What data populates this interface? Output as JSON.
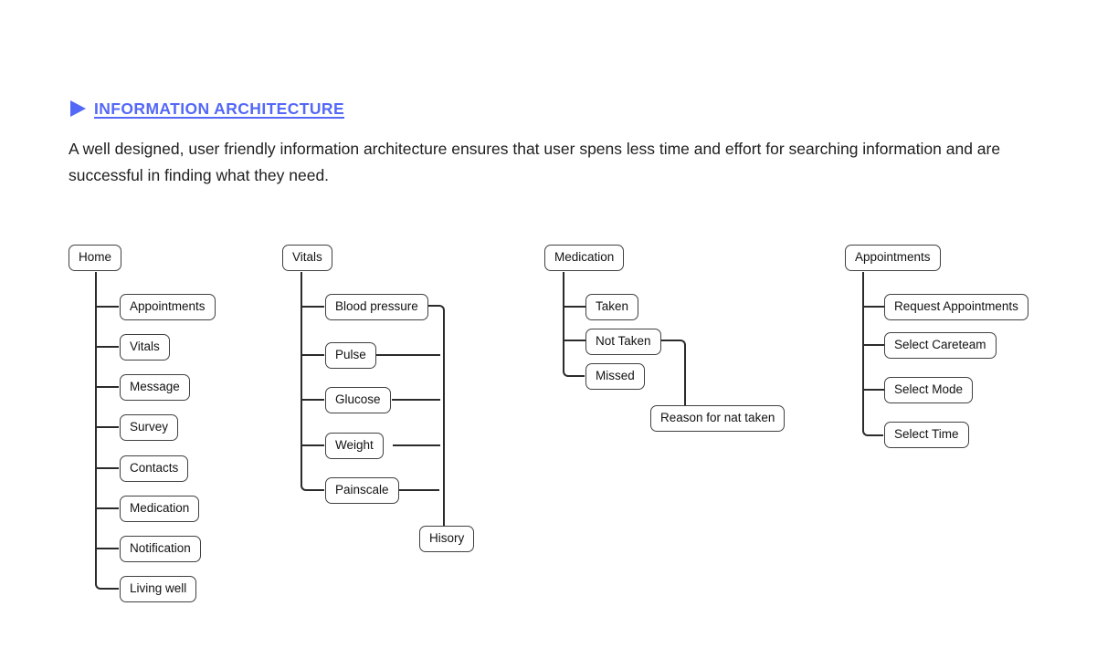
{
  "header": {
    "title": "INFORMATION ARCHITECTURE",
    "accent_color": "#5468f7",
    "bullet_icon": "play-triangle-icon"
  },
  "intro": {
    "text": "A well designed, user friendly information architecture ensures that user spens less time and effort for searching information and are successful in finding what they need."
  },
  "trees": [
    {
      "root": "Home",
      "children": [
        "Appointments",
        "Vitals",
        "Message",
        "Survey",
        "Contacts",
        "Medication",
        "Notification",
        "Living well"
      ]
    },
    {
      "root": "Vitals",
      "children": [
        "Blood pressure",
        "Pulse",
        "Glucose",
        "Weight",
        "Painscale"
      ],
      "shared_target": "Hisory"
    },
    {
      "root": "Medication",
      "children": [
        "Taken",
        "Not Taken",
        "Missed"
      ],
      "branch_source": "Not Taken",
      "branch_target": "Reason for nat taken"
    },
    {
      "root": "Appointments",
      "children": [
        "Request Appointments",
        "Select Careteam",
        "Select Mode",
        "Select Time"
      ]
    }
  ]
}
